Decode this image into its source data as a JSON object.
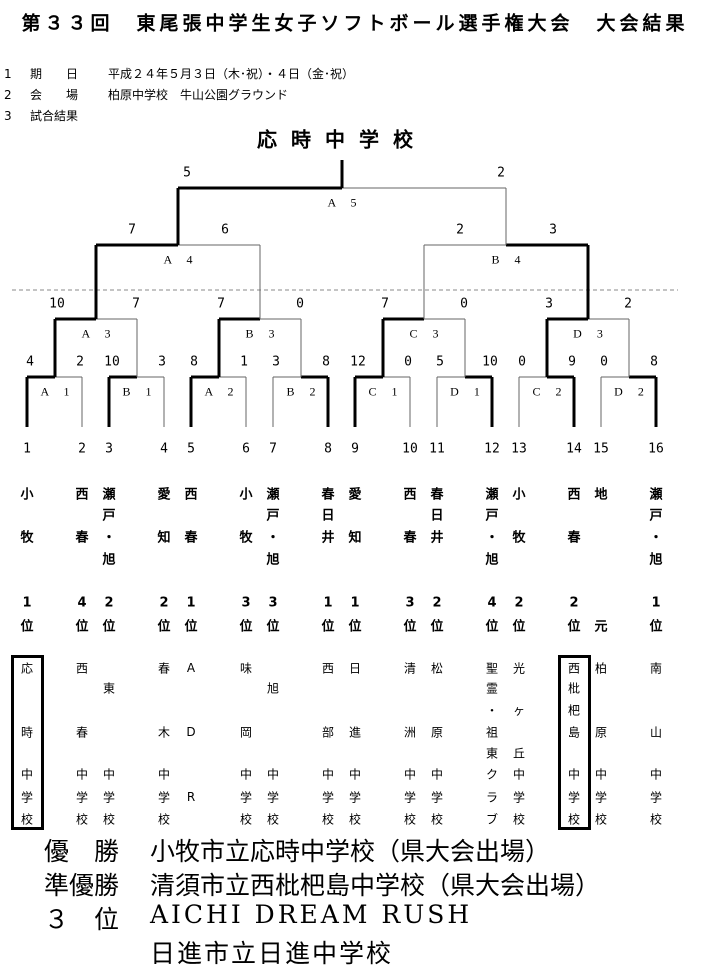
{
  "title": "第３３回　東尾張中学生女子ソフトボール選手権大会　大会結果",
  "info": [
    {
      "no": "1",
      "label": "期　　日",
      "value": "平成２４年５月３日（木･祝）・４日（金･祝）"
    },
    {
      "no": "2",
      "label": "会　　場",
      "value": "柏原中学校　牛山公園グラウンド"
    },
    {
      "no": "3",
      "label": "試合結果",
      "value": ""
    }
  ],
  "champion_heading": "応時中学校",
  "matches": {
    "A1": {
      "label": "A 1",
      "scores": [
        "4",
        "2"
      ]
    },
    "B1": {
      "label": "B 1",
      "scores": [
        "10",
        "3"
      ]
    },
    "A2": {
      "label": "A 2",
      "scores": [
        "8",
        "1"
      ]
    },
    "B2": {
      "label": "B 2",
      "scores": [
        "3",
        "8"
      ]
    },
    "C1": {
      "label": "C 1",
      "scores": [
        "12",
        "0"
      ]
    },
    "D1": {
      "label": "D 1",
      "scores": [
        "5",
        "10"
      ]
    },
    "C2": {
      "label": "C 2",
      "scores": [
        "0",
        "9"
      ]
    },
    "D2": {
      "label": "D 2",
      "scores": [
        "0",
        "8"
      ]
    },
    "A3": {
      "label": "A 3",
      "scores": [
        "10",
        "7"
      ]
    },
    "B3": {
      "label": "B 3",
      "scores": [
        "7",
        "0"
      ]
    },
    "C3": {
      "label": "C 3",
      "scores": [
        "7",
        "0"
      ]
    },
    "D3": {
      "label": "D 3",
      "scores": [
        "3",
        "2"
      ]
    },
    "A4": {
      "label": "A 4",
      "scores": [
        "7",
        "6"
      ]
    },
    "B4": {
      "label": "B 4",
      "scores": [
        "2",
        "3"
      ]
    },
    "A5": {
      "label": "A 5",
      "scores": [
        "5",
        "2"
      ]
    }
  },
  "teams": [
    {
      "no": "1",
      "name": [
        "小",
        "",
        "牧",
        ""
      ],
      "rank": [
        "1",
        "位"
      ],
      "school": [
        "応",
        "",
        "",
        "時",
        "",
        "中",
        "学",
        "校"
      ],
      "highlight": true
    },
    {
      "no": "2",
      "name": [
        "西",
        "",
        "春",
        ""
      ],
      "rank": [
        "4",
        "位"
      ],
      "school": [
        "西",
        "",
        "",
        "春",
        "",
        "中",
        "学",
        "校"
      ]
    },
    {
      "no": "3",
      "name": [
        "瀬",
        "戸",
        "・",
        "旭"
      ],
      "rank": [
        "2",
        "位"
      ],
      "school": [
        "",
        "東",
        "",
        "",
        "",
        "中",
        "学",
        "校"
      ]
    },
    {
      "no": "4",
      "name": [
        "愛",
        "",
        "知",
        ""
      ],
      "rank": [
        "2",
        "位"
      ],
      "school": [
        "春",
        "",
        "",
        "木",
        "",
        "中",
        "学",
        "校"
      ]
    },
    {
      "no": "5",
      "name": [
        "西",
        "",
        "春",
        ""
      ],
      "rank": [
        "1",
        "位"
      ],
      "school": [
        "A",
        "",
        "",
        "D",
        "",
        "",
        "R",
        ""
      ]
    },
    {
      "no": "6",
      "name": [
        "小",
        "",
        "牧",
        ""
      ],
      "rank": [
        "3",
        "位"
      ],
      "school": [
        "味",
        "",
        "",
        "岡",
        "",
        "中",
        "学",
        "校"
      ]
    },
    {
      "no": "7",
      "name": [
        "瀬",
        "戸",
        "・",
        "旭"
      ],
      "rank": [
        "3",
        "位"
      ],
      "school": [
        "",
        "旭",
        "",
        "",
        "",
        "中",
        "学",
        "校"
      ]
    },
    {
      "no": "8",
      "name": [
        "春",
        "日",
        "井",
        ""
      ],
      "rank": [
        "1",
        "位"
      ],
      "school": [
        "西",
        "",
        "",
        "部",
        "",
        "中",
        "学",
        "校"
      ]
    },
    {
      "no": "9",
      "name": [
        "愛",
        "",
        "知",
        ""
      ],
      "rank": [
        "1",
        "位"
      ],
      "school": [
        "日",
        "",
        "",
        "進",
        "",
        "中",
        "学",
        "校"
      ]
    },
    {
      "no": "10",
      "name": [
        "西",
        "",
        "春",
        ""
      ],
      "rank": [
        "3",
        "位"
      ],
      "school": [
        "清",
        "",
        "",
        "洲",
        "",
        "中",
        "学",
        "校"
      ]
    },
    {
      "no": "11",
      "name": [
        "春",
        "日",
        "井",
        ""
      ],
      "rank": [
        "2",
        "位"
      ],
      "school": [
        "松",
        "",
        "",
        "原",
        "",
        "中",
        "学",
        "校"
      ]
    },
    {
      "no": "12",
      "name": [
        "瀬",
        "戸",
        "・",
        "旭"
      ],
      "rank": [
        "4",
        "位"
      ],
      "school": [
        "聖",
        "霊",
        "・",
        "祖",
        "東",
        "ク",
        "ラ",
        "ブ"
      ]
    },
    {
      "no": "13",
      "name": [
        "小",
        "",
        "牧",
        ""
      ],
      "rank": [
        "2",
        "位"
      ],
      "school": [
        "光",
        "",
        "ヶ",
        "",
        "丘",
        "中",
        "学",
        "校"
      ]
    },
    {
      "no": "14",
      "name": [
        "西",
        "",
        "春",
        ""
      ],
      "rank": [
        "2",
        "位"
      ],
      "school": [
        "西",
        "枇",
        "杷",
        "島",
        "",
        "中",
        "学",
        "校"
      ],
      "highlight": true
    },
    {
      "no": "15",
      "name": [
        "地",
        "",
        "",
        ""
      ],
      "rank": [
        "",
        "元"
      ],
      "school": [
        "柏",
        "",
        "",
        "原",
        "",
        "中",
        "学",
        "校"
      ]
    },
    {
      "no": "16",
      "name": [
        "瀬",
        "戸",
        "・",
        "旭"
      ],
      "rank": [
        "1",
        "位"
      ],
      "school": [
        "南",
        "",
        "",
        "山",
        "",
        "中",
        "学",
        "校"
      ]
    }
  ],
  "results": [
    {
      "place": "優　勝",
      "team": "小牧市立応時中学校（県大会出場）"
    },
    {
      "place": "準優勝",
      "team": "清須市立西枇杷島中学校（県大会出場）"
    },
    {
      "place": "３　位",
      "team": "AICHI DREAM RUSH"
    },
    {
      "place": "",
      "team": "日進市立日進中学校"
    }
  ],
  "colors": {
    "thick": "#000000",
    "thin": "#666666",
    "dashed": "#888888"
  }
}
